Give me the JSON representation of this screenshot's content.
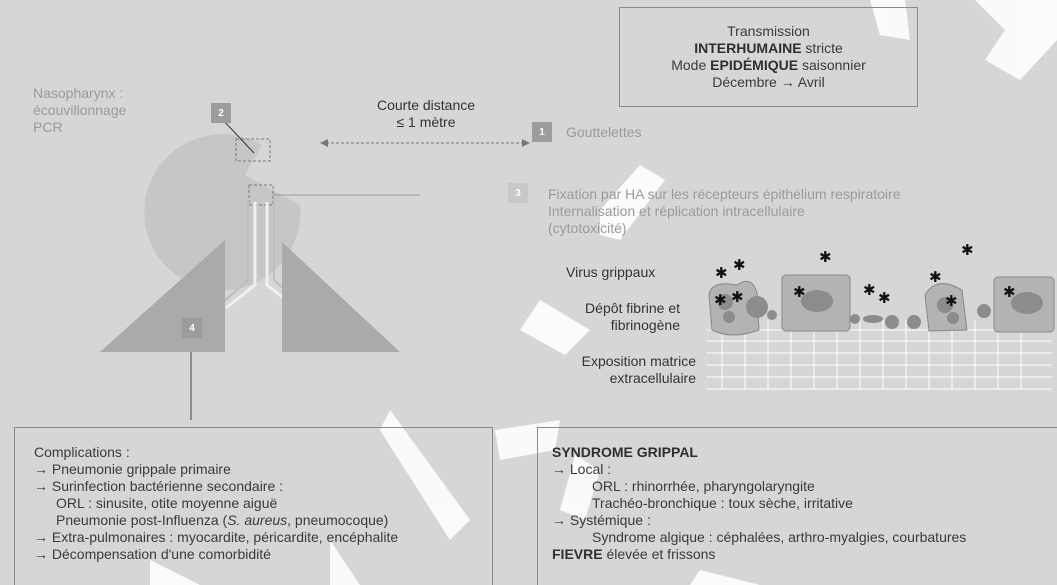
{
  "transmission": {
    "title": "Transmission",
    "line2_bold": "INTERHUMAINE",
    "line2_rest": " stricte",
    "line3_pre": "Mode ",
    "line3_bold": "EPIDÉMIQUE",
    "line3_rest": " saisonnier",
    "line4": "Décembre → Avril"
  },
  "nasopharynx": {
    "l1": "Nasopharynx :",
    "l2": "écouvillonnage",
    "l3": "PCR"
  },
  "distance": {
    "l1": "Courte distance",
    "l2": "≤ 1 mètre"
  },
  "badges": {
    "b1": "1",
    "b2": "2",
    "b3": "3",
    "b4": "4"
  },
  "gouttelettes": "Gouttelettes",
  "fixation": {
    "l1": "Fixation par HA sur les récepteurs épithélium respiratoire",
    "l2": "Internalisation et réplication intracellulaire",
    "l3": "(cytotoxicité)"
  },
  "tissue_labels": {
    "virus": "Virus grippaux",
    "fibrine_l1": "Dépôt fibrine et",
    "fibrine_l2": "fibrinogène",
    "matrice_l1": "Exposition matrice",
    "matrice_l2": "extracellulaire"
  },
  "complications": {
    "title": "Complications :",
    "i1": "→ Pneumonie grippale primaire",
    "i2": "→ Surinfection bactérienne secondaire :",
    "i2a": "ORL : sinusite, otite moyenne aiguë",
    "i2b_pre": "Pneumonie post-Influenza (",
    "i2b_ital": "S. aureus",
    "i2b_post": ", pneumocoque)",
    "i3": "→ Extra-pulmonaires : myocardite, péricardite, encéphalite",
    "i4": "→ Décompensation d'une comorbidité"
  },
  "syndrome": {
    "title": "SYNDROME GRIPPAL",
    "local": "→ Local :",
    "orl": "ORL : rhinorrhée, pharyngolaryngite",
    "tracheo": "Trachéo-bronchique : toux sèche, irritative",
    "systemique": "→ Systémique :",
    "algique": "Syndrome algique : céphalées, arthro-myalgies, courbatures",
    "fievre_bold": "FIEVRE",
    "fievre_rest": " élevée et frissons"
  }
}
